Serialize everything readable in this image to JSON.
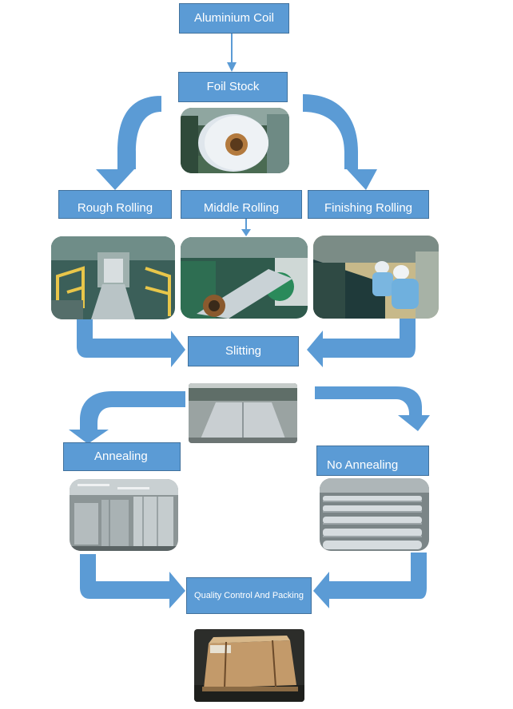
{
  "nodes": {
    "aluminium_coil": "Aluminium Coil",
    "foil_stock": "Foil Stock",
    "rough_rolling": "Rough Rolling",
    "middle_rolling": "Middle Rolling",
    "finishing_rolling": "Finishing Rolling",
    "slitting": "Slitting",
    "annealing": "Annealing",
    "no_annealing": "No Annealing",
    "quality_control": "Quality Control And Packing"
  },
  "colors": {
    "box_fill": "#5b9bd5",
    "box_border": "#41719c",
    "arrow": "#5b9bd5"
  },
  "photos": [
    "foil-stock-coil-photo",
    "rough-rolling-mill-photo",
    "middle-rolling-mill-photo",
    "finishing-rolling-workers-photo",
    "slitting-sheets-photo",
    "annealing-furnace-photo",
    "no-annealing-rolls-photo",
    "packed-crate-photo"
  ]
}
